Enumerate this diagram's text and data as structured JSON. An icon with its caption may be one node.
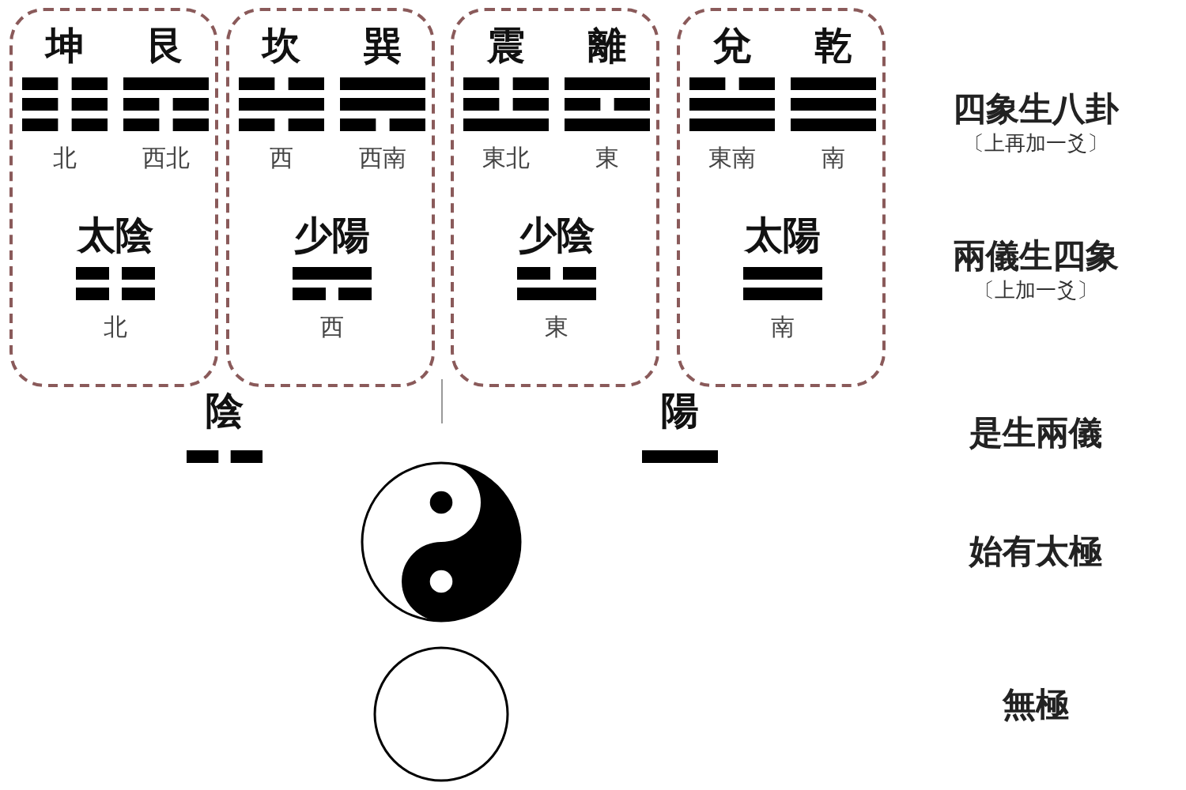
{
  "diagram": {
    "nodes": [
      {
        "text": [],
        "shape": "box"
      },
      {
        "text": [
          "坤",
          "北"
        ],
        "in": 0
      },
      {
        "text": [
          "艮",
          "西北"
        ],
        "in": 0
      },
      {
        "text": [
          "太陰",
          "北"
        ],
        "in": 0
      },
      {
        "text": [],
        "shape": "box"
      },
      {
        "text": [
          "坎",
          "西"
        ],
        "in": 4
      },
      {
        "text": [
          "巽",
          "西南"
        ],
        "in": 4
      },
      {
        "text": [
          "少陽",
          "西"
        ],
        "in": 4
      },
      {
        "text": [],
        "shape": "box"
      },
      {
        "text": [
          "震",
          "東北"
        ],
        "in": 8
      },
      {
        "text": [
          "離",
          "東"
        ],
        "in": 8
      },
      {
        "text": [
          "少陰",
          "東"
        ],
        "in": 8
      },
      {
        "text": [],
        "shape": "box"
      },
      {
        "text": [
          "兌",
          "東南"
        ],
        "in": 12
      },
      {
        "text": [
          "乾",
          "南"
        ],
        "in": 12
      },
      {
        "text": [
          "太陽",
          "南"
        ],
        "in": 12
      }
    ],
    "edges": [],
    "labels": [
      "四象生八卦",
      "〔上再加一爻〕",
      "兩儀生四象",
      "〔上加一爻〕",
      "陰",
      "陽",
      "是生兩儀",
      "始有太極",
      "無極"
    ]
  }
}
